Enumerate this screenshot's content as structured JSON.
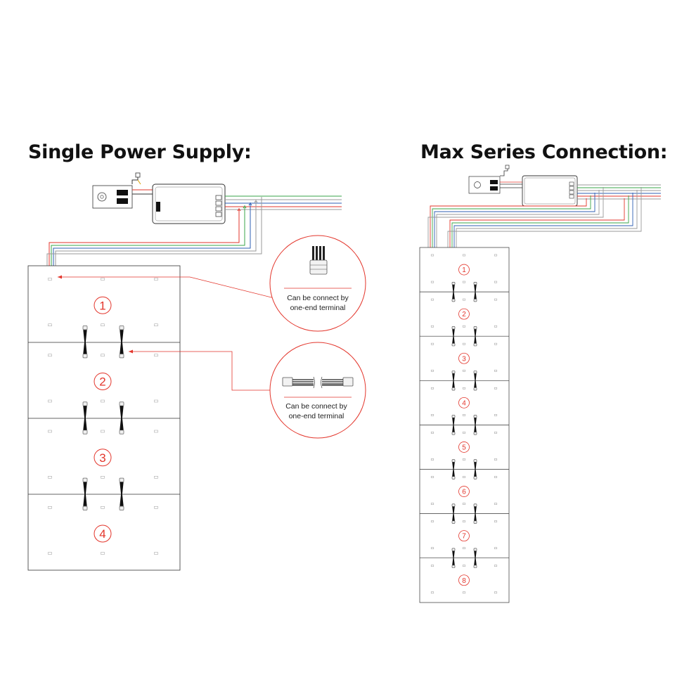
{
  "left_title": "Single Power Supply:",
  "right_title": "Max Series Connection:",
  "callout_top": {
    "line1": "Can be connect by",
    "line2": "one-end terminal"
  },
  "callout_bottom": {
    "line1": "Can be connect by",
    "line2": "one-end terminal"
  },
  "left_panels": [
    "1",
    "2",
    "3",
    "4"
  ],
  "right_panels": [
    "1",
    "2",
    "3",
    "4",
    "5",
    "6",
    "7",
    "8"
  ],
  "wire_colors": {
    "red": "#e3352b",
    "green": "#3aa548",
    "blue": "#2f5fb3",
    "gray": "#9a9a9a",
    "accent": "#e3352b"
  }
}
